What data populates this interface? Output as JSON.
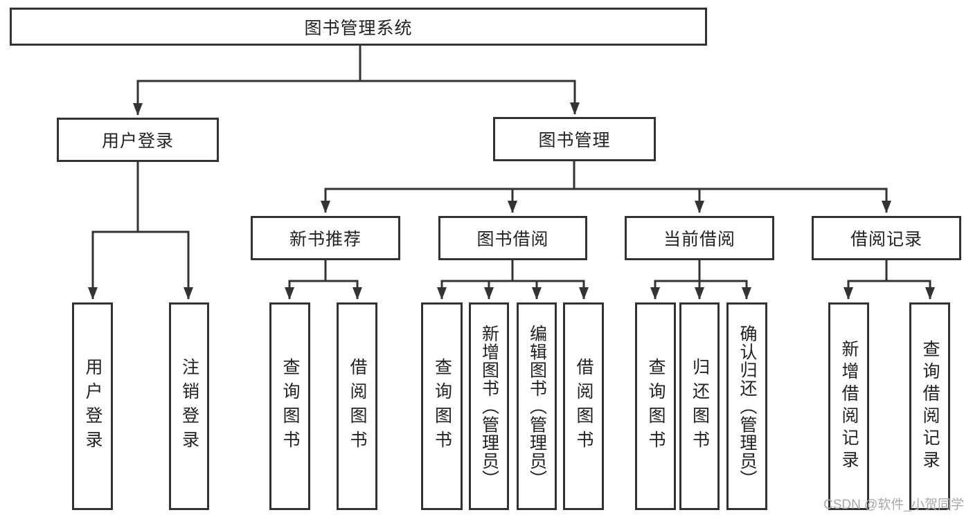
{
  "diagram": {
    "root": {
      "label": "图书管理系统"
    },
    "level2": {
      "user_login": {
        "label": "用户登录"
      },
      "book_mgmt": {
        "label": "图书管理"
      }
    },
    "level3": {
      "new_book": {
        "label": "新书推荐"
      },
      "book_borrow": {
        "label": "图书借阅"
      },
      "current_borrow": {
        "label": "当前借阅"
      },
      "borrow_records": {
        "label": "借阅记录"
      }
    },
    "leaves": {
      "user_login": [
        "用户登录",
        "注销登录"
      ],
      "new_book": [
        "查询图书",
        "借阅图书"
      ],
      "book_borrow": [
        "查询图书",
        "新增图书（管理员）",
        "编辑图书（管理员）",
        "借阅图书"
      ],
      "current_borrow": [
        "查询图书",
        "归还图书",
        "确认归还（管理员）"
      ],
      "borrow_records": [
        "新增借阅记录",
        "查询借阅记录"
      ]
    }
  },
  "watermark": "CSDN @软件_小贺同学",
  "colors": {
    "line": "#333333",
    "text": "#222222",
    "node_background": "#ffffff",
    "watermark": "#a9a9a9",
    "background": "#ffffff"
  }
}
